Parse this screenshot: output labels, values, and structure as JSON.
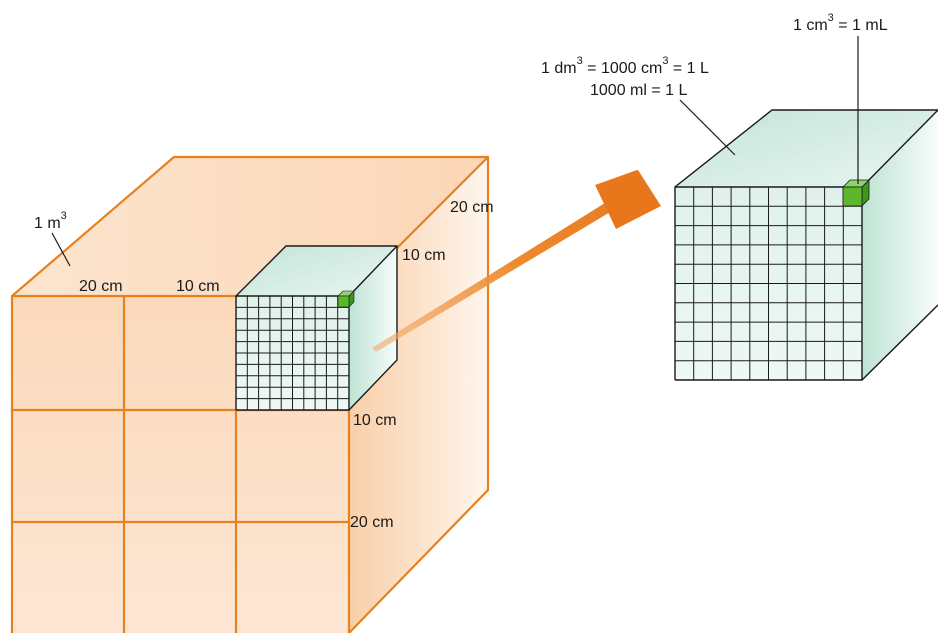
{
  "big_cube": {
    "volume_label": "1 m",
    "volume_exp": "3",
    "edge_top_label": "20 cm",
    "edge_right_label": "20 cm",
    "edge_side_label": "20 cm"
  },
  "small_cube": {
    "top_label": "10 cm",
    "right_top_label": "10 cm",
    "bottom_label": "10 cm"
  },
  "detail": {
    "litre_line1_a": "1 dm",
    "litre_line1_exp1": "3",
    "litre_line1_b": " = 1000 cm",
    "litre_line1_exp2": "3",
    "litre_line1_c": " = 1 L",
    "litre_line2": "1000 ml  =  1 L",
    "ml_label_a": "1 cm",
    "ml_label_exp": "3",
    "ml_label_b": " = 1 mL"
  },
  "colors": {
    "orange": "#e8801e",
    "peach": "#fbdcc0",
    "mint": "#cfeae2",
    "green_cube": "#5cb82a"
  }
}
